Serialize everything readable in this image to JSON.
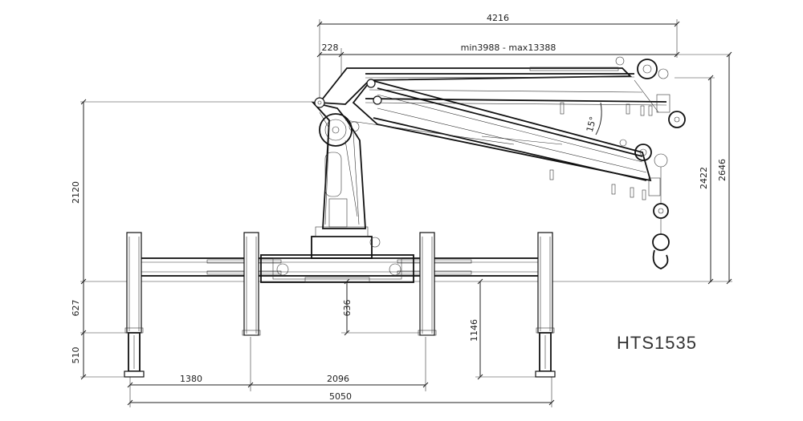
{
  "model": "HTS1535",
  "dimensions": {
    "overall_reach": "4216",
    "column_offset": "228",
    "extension": "min3988 - max13388",
    "boom_angle": "15°",
    "pivot_height": "2120",
    "height_2646": "2646",
    "height_2422": "2422",
    "base_627": "627",
    "base_510": "510",
    "base_636": "636",
    "base_1146": "1146",
    "spread_1380": "1380",
    "spread_2096": "2096",
    "spread_5050": "5050"
  }
}
